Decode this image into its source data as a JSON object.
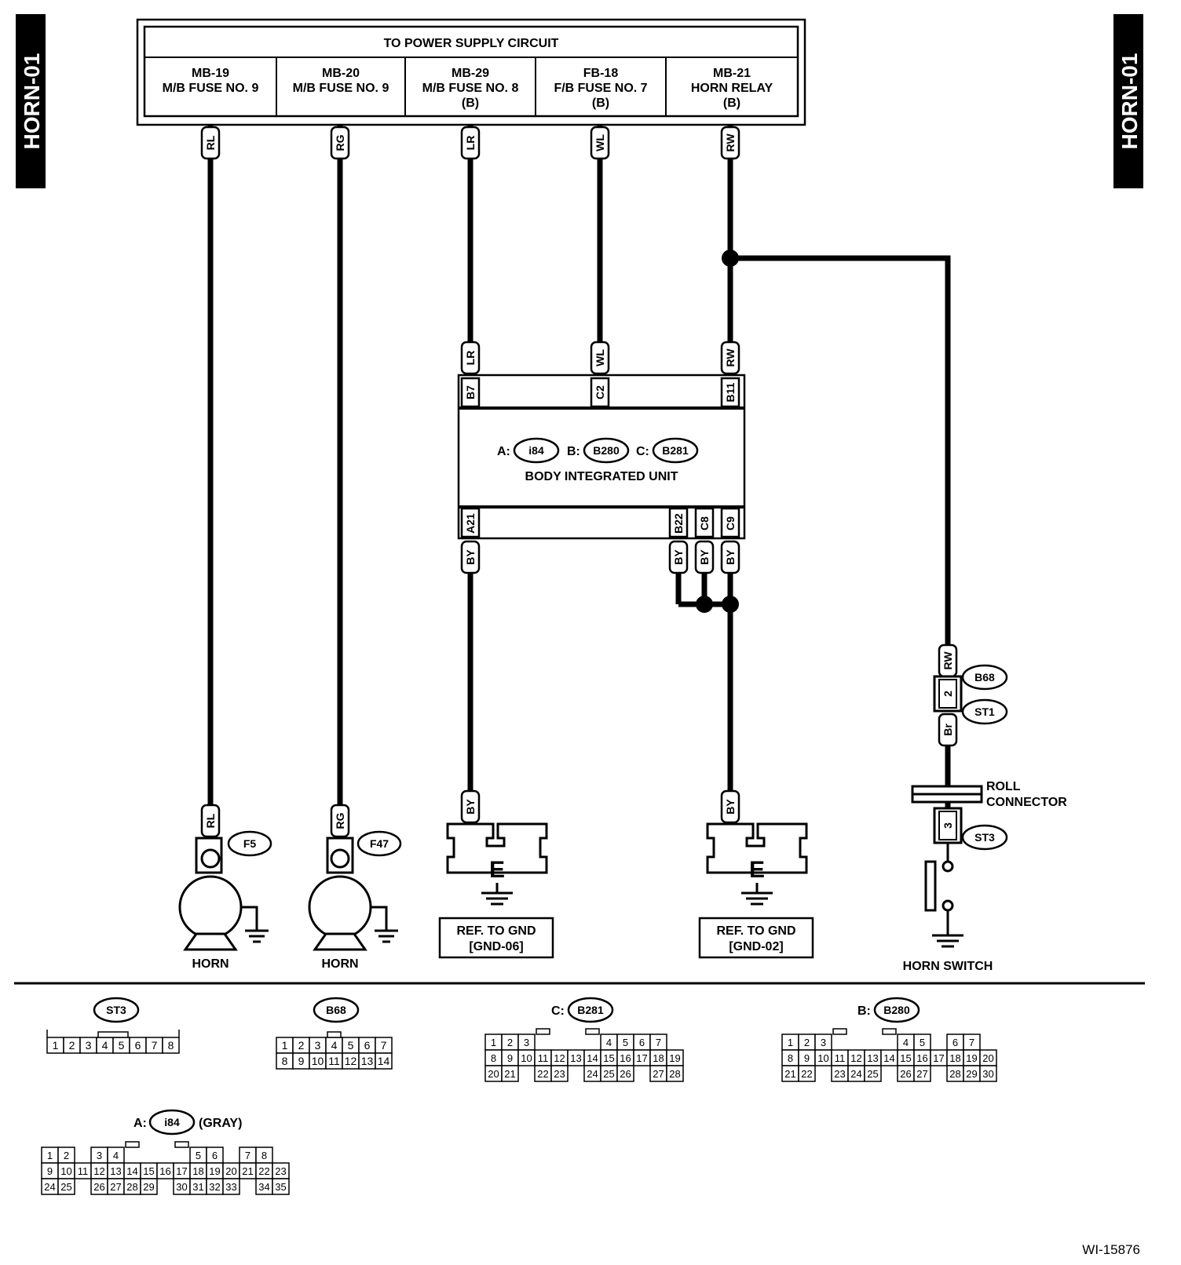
{
  "diagram_id": "HORN-01",
  "figure_code": "WI-15876",
  "power_supply": {
    "title": "TO POWER SUPPLY CIRCUIT",
    "cells": [
      {
        "line1": "MB-19",
        "line2": "M/B FUSE NO. 9",
        "line3": ""
      },
      {
        "line1": "MB-20",
        "line2": "M/B FUSE NO. 9",
        "line3": ""
      },
      {
        "line1": "MB-29",
        "line2": "M/B FUSE NO. 8",
        "line3": "(B)"
      },
      {
        "line1": "FB-18",
        "line2": "F/B FUSE NO. 7",
        "line3": "(B)"
      },
      {
        "line1": "MB-21",
        "line2": "HORN RELAY",
        "line3": "(B)"
      }
    ]
  },
  "wires": {
    "rl": "RL",
    "rg": "RG",
    "lr": "LR",
    "wl": "WL",
    "rw": "RW",
    "by": "BY",
    "br": "Br"
  },
  "biu": {
    "name": "BODY INTEGRATED UNIT",
    "prefix_a": "A:",
    "conn_a": "i84",
    "prefix_b": "B:",
    "conn_b": "B280",
    "prefix_c": "C:",
    "conn_c": "B281",
    "top_pins": [
      "B7",
      "C2",
      "B11"
    ],
    "bottom_pins": [
      "A21",
      "B22",
      "C8",
      "C9"
    ]
  },
  "horns": [
    {
      "connector": "F5",
      "label": "HORN"
    },
    {
      "connector": "F47",
      "label": "HORN"
    }
  ],
  "grounds": [
    {
      "symbol": "E",
      "line1": "REF. TO GND",
      "line2": "[GND-06]"
    },
    {
      "symbol": "E",
      "line1": "REF. TO GND",
      "line2": "[GND-02]"
    }
  ],
  "horn_switch": {
    "b68": "B68",
    "pin_2": "2",
    "st1": "ST1",
    "roll_line1": "ROLL",
    "roll_line2": "CONNECTOR",
    "pin_3": "3",
    "st3": "ST3",
    "label": "HORN SWITCH"
  },
  "connectors": {
    "st3": {
      "name": "ST3",
      "rows": [
        [
          "1",
          "2",
          "3",
          "4",
          "5",
          "6",
          "7",
          "8"
        ]
      ]
    },
    "b68": {
      "name": "B68",
      "rows": [
        [
          "1",
          "2",
          "3",
          "4",
          "5",
          "6",
          "7"
        ],
        [
          "8",
          "9",
          "10",
          "11",
          "12",
          "13",
          "14"
        ]
      ]
    },
    "b281": {
      "prefix": "C:",
      "name": "B281",
      "rows": [
        [
          "1",
          "2",
          "3",
          "",
          "",
          "",
          "",
          "4",
          "5",
          "6",
          "7"
        ],
        [
          "8",
          "9",
          "10",
          "11",
          "12",
          "13",
          "14",
          "15",
          "16",
          "17",
          "18",
          "19"
        ],
        [
          "20",
          "21",
          "",
          "22",
          "23",
          "",
          "24",
          "25",
          "26",
          "",
          "27",
          "28"
        ]
      ]
    },
    "b280": {
      "prefix": "B:",
      "name": "B280",
      "rows": [
        [
          "1",
          "2",
          "3",
          "",
          "",
          "",
          "",
          "4",
          "5",
          "",
          "6",
          "7"
        ],
        [
          "8",
          "9",
          "10",
          "11",
          "12",
          "13",
          "14",
          "15",
          "16",
          "17",
          "18",
          "19",
          "20"
        ],
        [
          "21",
          "22",
          "",
          "23",
          "24",
          "25",
          "",
          "26",
          "27",
          "",
          "28",
          "29",
          "30"
        ]
      ]
    },
    "i84": {
      "prefix": "A:",
      "name": "i84",
      "suffix": "(GRAY)",
      "rows": [
        [
          "1",
          "2",
          "",
          "3",
          "4",
          "",
          "",
          "",
          "",
          "5",
          "6",
          "",
          "7",
          "8"
        ],
        [
          "9",
          "10",
          "11",
          "12",
          "13",
          "14",
          "15",
          "16",
          "17",
          "18",
          "19",
          "20",
          "21",
          "22",
          "23"
        ],
        [
          "24",
          "25",
          "",
          "26",
          "27",
          "28",
          "29",
          "",
          "30",
          "31",
          "32",
          "33",
          "",
          "34",
          "35"
        ]
      ]
    }
  }
}
